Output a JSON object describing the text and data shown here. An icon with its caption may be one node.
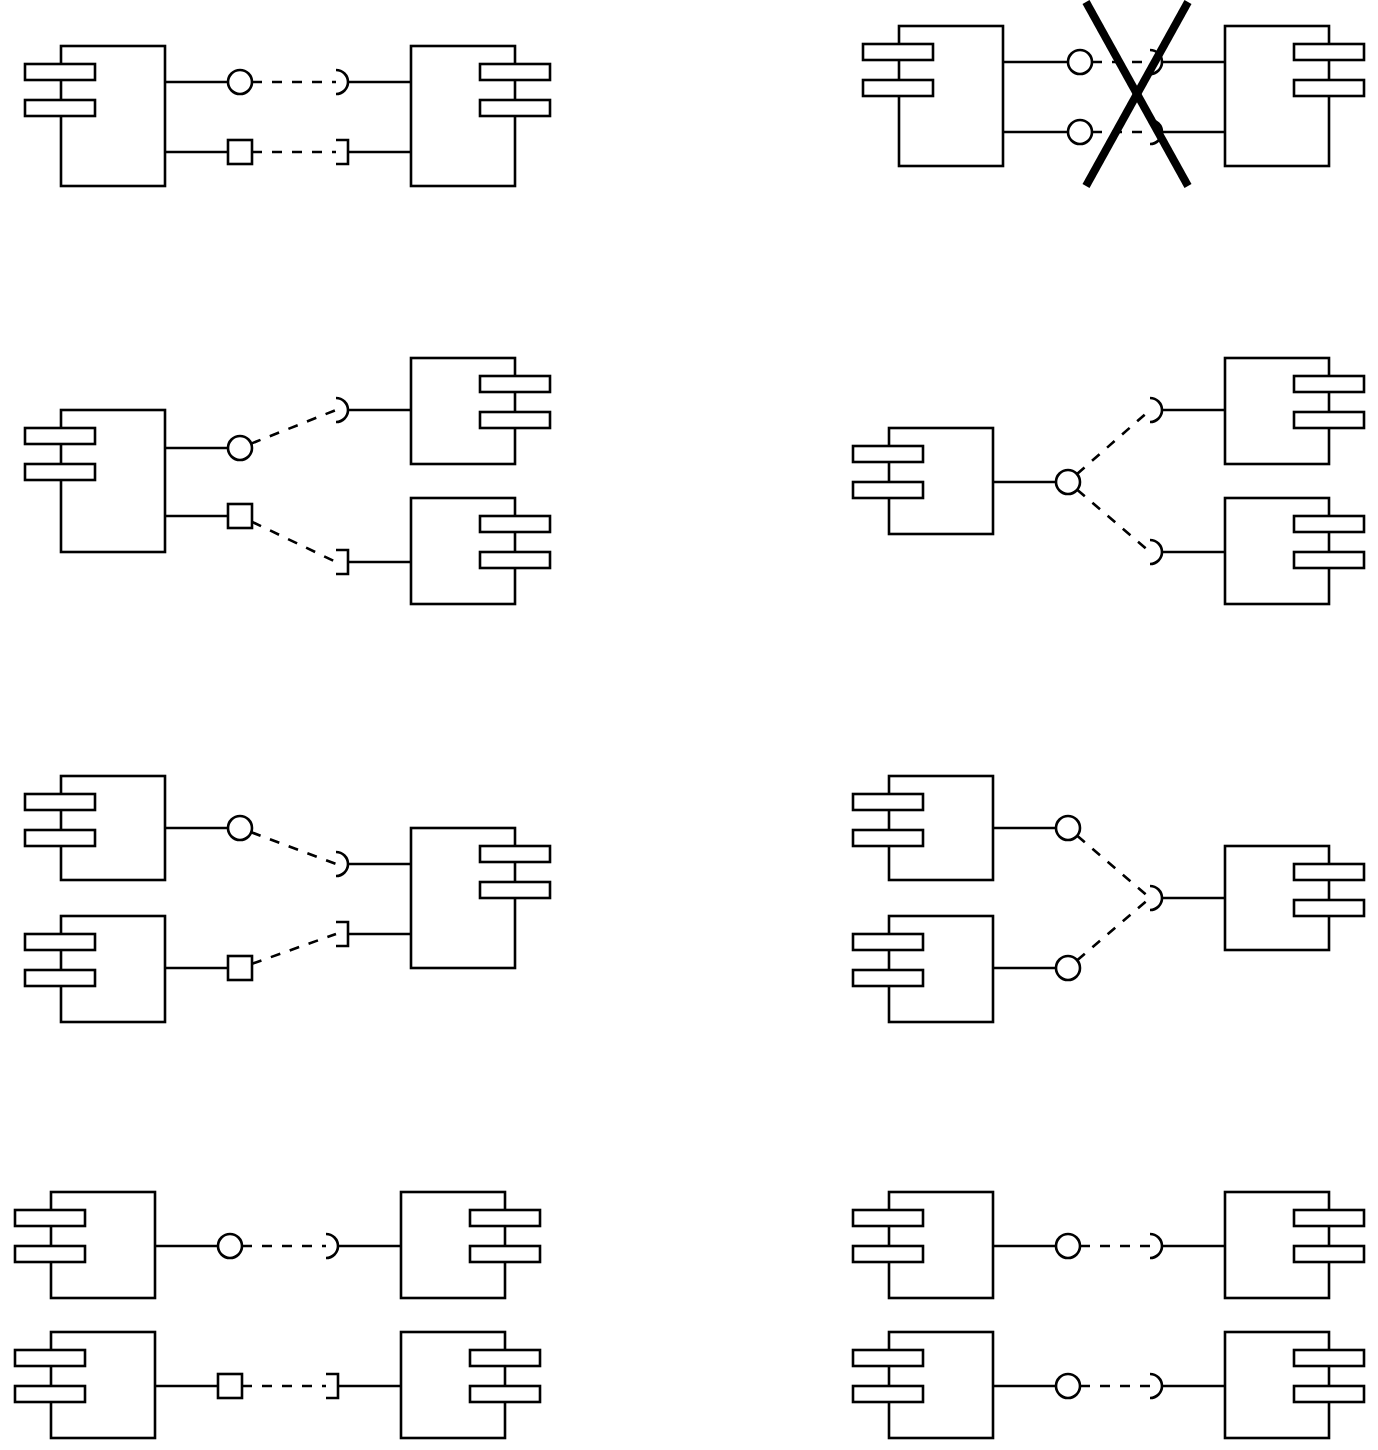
{
  "diagram": {
    "nodes": [
      {
        "text": [],
        "shape": "component"
      },
      {
        "text": [],
        "shape": "circle"
      },
      {
        "text": [],
        "shape": "arc"
      },
      {
        "text": [],
        "shape": "box"
      },
      {
        "text": [],
        "shape": "bracket"
      },
      {
        "text": [],
        "shape": "component"
      },
      {
        "text": [],
        "shape": "component"
      },
      {
        "text": [],
        "shape": "circle"
      },
      {
        "text": [],
        "shape": "arc"
      },
      {
        "text": [],
        "shape": "circle"
      },
      {
        "text": [],
        "shape": "arc"
      },
      {
        "text": [],
        "shape": "component"
      },
      {
        "text": [],
        "shape": "component"
      },
      {
        "text": [],
        "shape": "circle"
      },
      {
        "text": [],
        "shape": "box"
      },
      {
        "text": [],
        "shape": "arc"
      },
      {
        "text": [],
        "shape": "component"
      },
      {
        "text": [],
        "shape": "bracket"
      },
      {
        "text": [],
        "shape": "component"
      },
      {
        "text": [],
        "shape": "component"
      },
      {
        "text": [],
        "shape": "circle"
      },
      {
        "text": [],
        "shape": "arc"
      },
      {
        "text": [],
        "shape": "component"
      },
      {
        "text": [],
        "shape": "arc"
      },
      {
        "text": [],
        "shape": "component"
      },
      {
        "text": [],
        "shape": "component"
      },
      {
        "text": [],
        "shape": "circle"
      },
      {
        "text": [],
        "shape": "component"
      },
      {
        "text": [],
        "shape": "box"
      },
      {
        "text": [],
        "shape": "arc"
      },
      {
        "text": [],
        "shape": "bracket"
      },
      {
        "text": [],
        "shape": "component"
      },
      {
        "text": [],
        "shape": "component"
      },
      {
        "text": [],
        "shape": "circle"
      },
      {
        "text": [],
        "shape": "component"
      },
      {
        "text": [],
        "shape": "circle"
      },
      {
        "text": [],
        "shape": "arc"
      },
      {
        "text": [],
        "shape": "component"
      },
      {
        "text": [],
        "shape": "component"
      },
      {
        "text": [],
        "shape": "circle"
      },
      {
        "text": [],
        "shape": "arc"
      },
      {
        "text": [],
        "shape": "component"
      },
      {
        "text": [],
        "shape": "component"
      },
      {
        "text": [],
        "shape": "box"
      },
      {
        "text": [],
        "shape": "bracket"
      },
      {
        "text": [],
        "shape": "component"
      },
      {
        "text": [],
        "shape": "component"
      },
      {
        "text": [],
        "shape": "circle"
      },
      {
        "text": [],
        "shape": "arc"
      },
      {
        "text": [],
        "shape": "component"
      },
      {
        "text": [],
        "shape": "component"
      },
      {
        "text": [],
        "shape": "circle"
      },
      {
        "text": [],
        "shape": "arc"
      },
      {
        "text": [],
        "shape": "component"
      }
    ],
    "edges": [
      {
        "from": 0,
        "to": 1,
        "arrow": "none"
      },
      {
        "from": 1,
        "to": 2,
        "arrow": "none",
        "style": "dashed"
      },
      {
        "from": 2,
        "to": 5,
        "arrow": "none"
      },
      {
        "from": 0,
        "to": 3,
        "arrow": "none"
      },
      {
        "from": 3,
        "to": 4,
        "arrow": "none",
        "style": "dashed"
      },
      {
        "from": 4,
        "to": 5,
        "arrow": "none"
      },
      {
        "from": 6,
        "to": 7,
        "arrow": "none"
      },
      {
        "from": 7,
        "to": 8,
        "arrow": "none",
        "style": "dashed"
      },
      {
        "from": 8,
        "to": 11,
        "arrow": "none"
      },
      {
        "from": 6,
        "to": 9,
        "arrow": "none"
      },
      {
        "from": 9,
        "to": 10,
        "arrow": "none",
        "style": "dashed"
      },
      {
        "from": 10,
        "to": 11,
        "arrow": "none"
      },
      {
        "from": 12,
        "to": 13,
        "arrow": "none"
      },
      {
        "from": 13,
        "to": 15,
        "arrow": "none",
        "style": "dashed"
      },
      {
        "from": 15,
        "to": 16,
        "arrow": "none"
      },
      {
        "from": 12,
        "to": 14,
        "arrow": "none"
      },
      {
        "from": 14,
        "to": 17,
        "arrow": "none",
        "style": "dashed"
      },
      {
        "from": 17,
        "to": 18,
        "arrow": "none"
      },
      {
        "from": 19,
        "to": 20,
        "arrow": "none"
      },
      {
        "from": 20,
        "to": 21,
        "arrow": "none",
        "style": "dashed"
      },
      {
        "from": 21,
        "to": 22,
        "arrow": "none"
      },
      {
        "from": 20,
        "to": 23,
        "arrow": "none",
        "style": "dashed"
      },
      {
        "from": 23,
        "to": 24,
        "arrow": "none"
      },
      {
        "from": 25,
        "to": 26,
        "arrow": "none"
      },
      {
        "from": 26,
        "to": 29,
        "arrow": "none",
        "style": "dashed"
      },
      {
        "from": 29,
        "to": 31,
        "arrow": "none"
      },
      {
        "from": 27,
        "to": 28,
        "arrow": "none"
      },
      {
        "from": 28,
        "to": 30,
        "arrow": "none",
        "style": "dashed"
      },
      {
        "from": 30,
        "to": 31,
        "arrow": "none"
      },
      {
        "from": 32,
        "to": 33,
        "arrow": "none"
      },
      {
        "from": 33,
        "to": 36,
        "arrow": "none",
        "style": "dashed"
      },
      {
        "from": 34,
        "to": 35,
        "arrow": "none"
      },
      {
        "from": 35,
        "to": 36,
        "arrow": "none",
        "style": "dashed"
      },
      {
        "from": 36,
        "to": 37,
        "arrow": "none"
      },
      {
        "from": 38,
        "to": 39,
        "arrow": "none"
      },
      {
        "from": 39,
        "to": 40,
        "arrow": "none",
        "style": "dashed"
      },
      {
        "from": 40,
        "to": 41,
        "arrow": "none"
      },
      {
        "from": 42,
        "to": 43,
        "arrow": "none"
      },
      {
        "from": 43,
        "to": 44,
        "arrow": "none",
        "style": "dashed"
      },
      {
        "from": 44,
        "to": 45,
        "arrow": "none"
      },
      {
        "from": 46,
        "to": 47,
        "arrow": "none"
      },
      {
        "from": 47,
        "to": 48,
        "arrow": "none",
        "style": "dashed"
      },
      {
        "from": 48,
        "to": 49,
        "arrow": "none"
      },
      {
        "from": 50,
        "to": 51,
        "arrow": "none"
      },
      {
        "from": 51,
        "to": 52,
        "arrow": "none",
        "style": "dashed"
      },
      {
        "from": 52,
        "to": 53,
        "arrow": "none"
      }
    ]
  }
}
